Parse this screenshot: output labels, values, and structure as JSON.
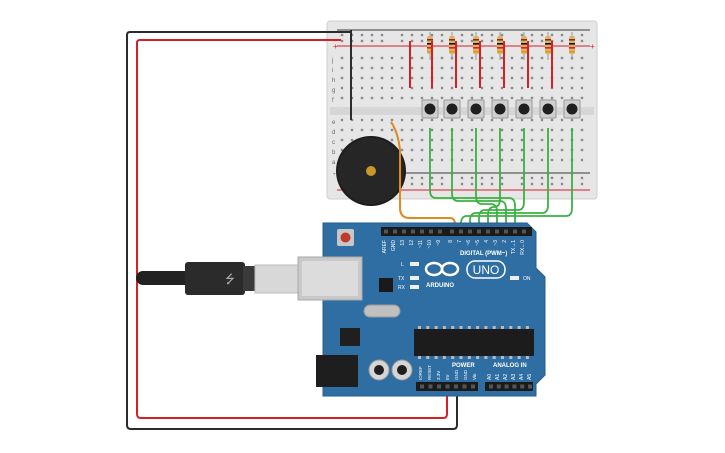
{
  "board": {
    "logo_text": "UNO",
    "brand_text": "ARDUINO",
    "digital_header": "DIGITAL (PWM~)",
    "power_header": "POWER",
    "analog_header": "ANALOG IN",
    "on_label": "ON",
    "l_label": "L",
    "tx_label": "TX",
    "rx_label": "RX",
    "digital_pins": [
      "AREF",
      "GND",
      "13",
      "12",
      "~11",
      "~10",
      "~9",
      "8",
      "7",
      "~6",
      "~5",
      "4",
      "~3",
      "2",
      "TX→1",
      "RX←0"
    ],
    "power_pins": [
      "IOREF",
      "RESET",
      "3.3V",
      "5V",
      "GND",
      "GND",
      "Vin"
    ],
    "analog_pins": [
      "A0",
      "A1",
      "A2",
      "A3",
      "A4",
      "A5"
    ]
  },
  "breadboard": {
    "row_letters_top": [
      "j",
      "i",
      "h",
      "g",
      "f"
    ],
    "row_letters_bottom": [
      "e",
      "d",
      "c",
      "b",
      "a"
    ],
    "rail_plus": "+",
    "rail_minus": "-"
  },
  "colors": {
    "board_blue": "#2f6ea3",
    "wire_red": "#d61f26",
    "wire_black": "#2b2b2b",
    "wire_green": "#3cb043",
    "wire_orange": "#e08a1e",
    "breadboard": "#e8e8e8"
  }
}
